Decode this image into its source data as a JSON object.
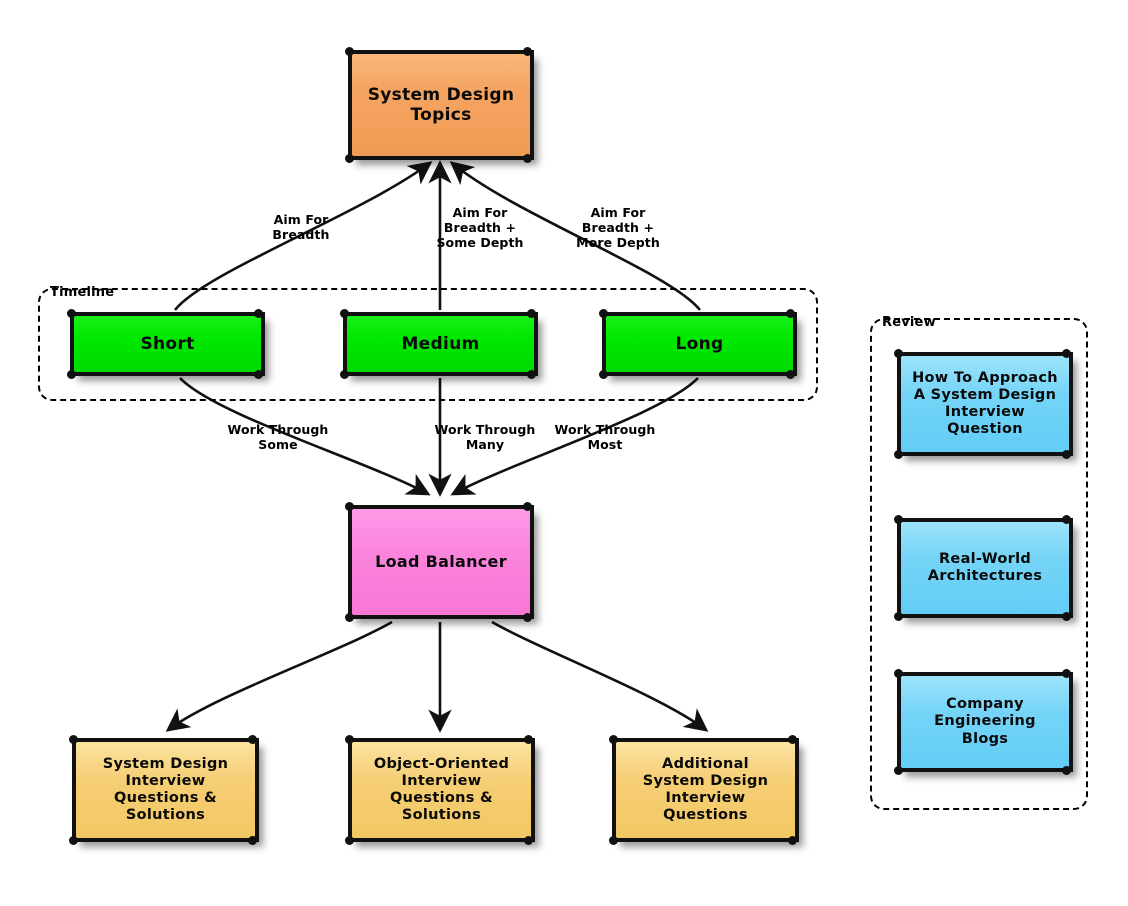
{
  "diagram": {
    "title": "System Design Interview Preparation Flow",
    "background": "#ffffff",
    "colors": {
      "topic": "#f5a461",
      "timeline": "#00e800",
      "hub": "#f877d5",
      "practice": "#f5ce73",
      "review": "#74d4f7",
      "stroke": "#111111",
      "cluster_border": "#000000"
    }
  },
  "clusters": [
    {
      "id": "timeline",
      "label": "Timeline"
    },
    {
      "id": "review",
      "label": "Review"
    }
  ],
  "nodes": {
    "topics": {
      "label": "System Design\nTopics",
      "color": "#f5a461"
    },
    "short": {
      "label": "Short",
      "color": "#00e800"
    },
    "medium": {
      "label": "Medium",
      "color": "#00e800"
    },
    "long": {
      "label": "Long",
      "color": "#00e800"
    },
    "hub": {
      "label": "Load Balancer",
      "color": "#f877d5"
    },
    "practice1": {
      "label": "System Design\nInterview\nQuestions &\nSolutions",
      "color": "#f5ce73"
    },
    "practice2": {
      "label": "Object-Oriented\nInterview\nQuestions &\nSolutions",
      "color": "#f5ce73"
    },
    "practice3": {
      "label": "Additional\nSystem Design\nInterview\nQuestions",
      "color": "#f5ce73"
    },
    "review1": {
      "label": "How To Approach\nA System Design\nInterview\nQuestion",
      "color": "#74d4f7"
    },
    "review2": {
      "label": "Real-World\nArchitectures",
      "color": "#74d4f7"
    },
    "review3": {
      "label": "Company\nEngineering\nBlogs",
      "color": "#74d4f7"
    }
  },
  "edges": [
    {
      "from": "short",
      "to": "topics",
      "label": "Aim For\nBreadth"
    },
    {
      "from": "medium",
      "to": "topics",
      "label": "Aim For\nBreadth +\nSome Depth"
    },
    {
      "from": "long",
      "to": "topics",
      "label": "Aim For\nBreadth +\nMore Depth"
    },
    {
      "from": "short",
      "to": "hub",
      "label": "Work Through\nSome"
    },
    {
      "from": "medium",
      "to": "hub",
      "label": "Work Through\nMany"
    },
    {
      "from": "long",
      "to": "hub",
      "label": "Work Through\nMost"
    },
    {
      "from": "hub",
      "to": "practice1",
      "label": ""
    },
    {
      "from": "hub",
      "to": "practice2",
      "label": ""
    },
    {
      "from": "hub",
      "to": "practice3",
      "label": ""
    }
  ]
}
